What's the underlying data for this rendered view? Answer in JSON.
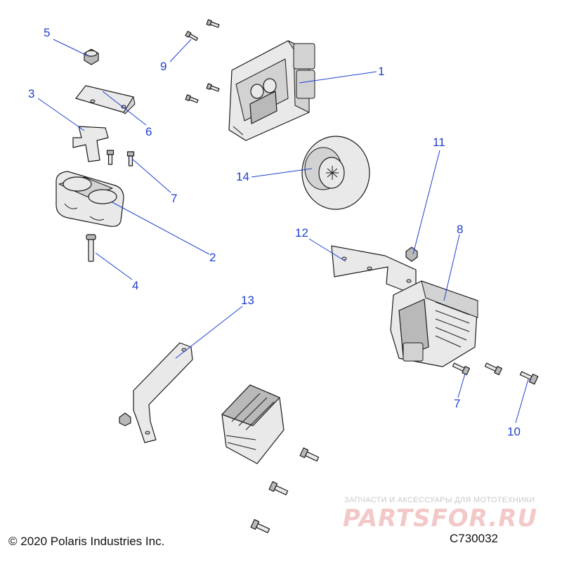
{
  "diagram": {
    "callouts": [
      "1",
      "2",
      "3",
      "4",
      "5",
      "6",
      "7",
      "7",
      "8",
      "9",
      "10",
      "11",
      "12",
      "13",
      "14"
    ],
    "copyright": "© 2020 Polaris Industries Inc.",
    "figure_id": "C730032",
    "watermark": {
      "tagline": "ЗАПЧАСТИ И АКСЕССУАРЫ ДЛЯ МОТОТЕХНИКИ",
      "logo": "PARTSFOR.RU"
    },
    "colors": {
      "callout": "#1f3fcf",
      "line_art": "#1a1a1a",
      "watermark": "#f3c8c8"
    }
  }
}
